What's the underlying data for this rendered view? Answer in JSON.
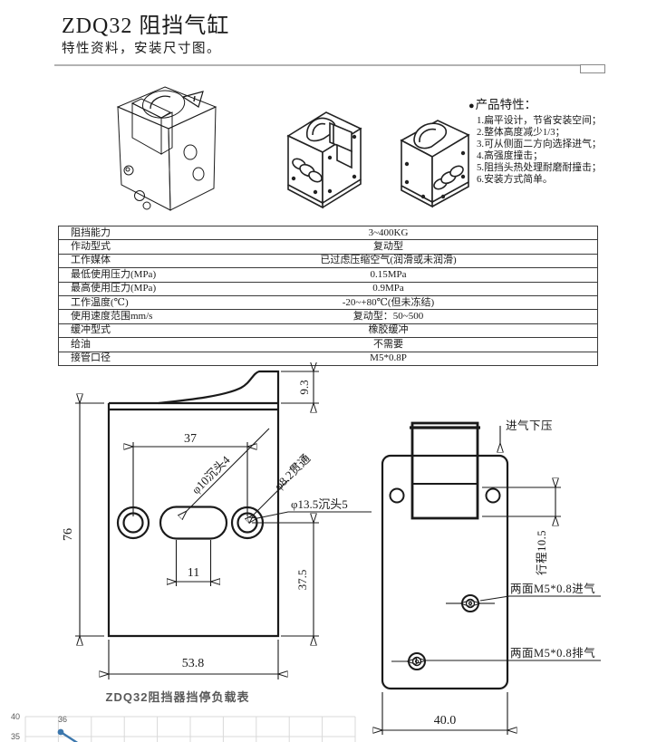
{
  "header": {
    "title": "ZDQ32 阻挡气缸",
    "subtitle": "特性资料，安装尺寸图。"
  },
  "features": {
    "bullet": "●",
    "heading": "产品特性：",
    "items": [
      "1.扁平设计，节省安装空间；",
      "2.整体高度减少1/3；",
      "3.可从侧面二方向选择进气；",
      "4.高强度撞击；",
      "5.阻挡头热处理耐磨耐撞击；",
      "6.安装方式简单。"
    ]
  },
  "spec_table": {
    "rows": [
      {
        "label": "阻挡能力",
        "value": "3~400KG"
      },
      {
        "label": "作动型式",
        "value": "复动型"
      },
      {
        "label": "工作媒体",
        "value": "已过虑压缩空气(润滑或未润滑)"
      },
      {
        "label": "最低使用压力(MPa)",
        "value": "0.15MPa"
      },
      {
        "label": "最高使用压力(MPa)",
        "value": "0.9MPa"
      },
      {
        "label": "工作温度(℃)",
        "value": "-20~+80℃(但未冻结)"
      },
      {
        "label": "使用速度范围mm/s",
        "value": "复动型：50~500"
      },
      {
        "label": "缓冲型式",
        "value": "橡胶缓冲"
      },
      {
        "label": "给油",
        "value": "不需要"
      },
      {
        "label": "接管口径",
        "value": "M5*0.8P"
      }
    ]
  },
  "front_view": {
    "dim_hole_spacing": "37",
    "dim_height": "76",
    "dim_head_height": "9.3",
    "dim_slot_length": "11",
    "dim_hole_to_bottom": "37.5",
    "dim_width": "53.8",
    "label_counterbore_10": "φ10沉头4",
    "label_through_hole": "φ8.2贯通",
    "label_counterbore_13_5": "φ13.5沉头5"
  },
  "side_view": {
    "label_press_down": "进气下压",
    "dim_stroke": "行程10.5",
    "label_inlet": "两面M5*0.8进气",
    "label_exhaust": "两面M5*0.8排气",
    "dim_width": "40.0"
  },
  "chart_data": {
    "type": "line",
    "title": "ZDQ32阻挡器挡停负载表",
    "y_ticks_visible": [
      "40",
      "35"
    ],
    "points_visible": [
      {
        "label": "36",
        "value": 36
      }
    ],
    "ylim_visible": [
      35,
      40
    ],
    "grid": true,
    "line_color": "#3b77ad",
    "text_color": "#595959",
    "clipped_at_page_bottom": true
  },
  "colors": {
    "drawing_line": "#1a1a1a",
    "divider_gray": "#b3b3b3",
    "warning_yellow": "#e5c01c",
    "chart_line_blue": "#3b77ad",
    "chart_text_gray": "#595959"
  }
}
